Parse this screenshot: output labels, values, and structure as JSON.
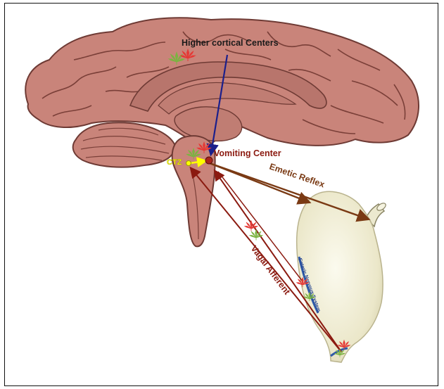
{
  "labels": {
    "higher_cortical": "Higher cortical Centers",
    "vomiting_center": "Vomiting Center",
    "ctz": "CTZ",
    "emetic_reflex": "Emetic Reflex",
    "vagal_afferent": "Vagal Afferent",
    "enteric_nervous_system": "Enteric Nervous System"
  },
  "colors": {
    "brain": "#c9847a",
    "brain_outline": "#6e3a34",
    "stomach": "#ece9cf",
    "arrow_blue": "#1a1f8c",
    "arrow_brown": "#7a3a14",
    "arrow_red": "#8b1a10",
    "ctz_yellow": "#ffff00",
    "vomiting_text": "#8b1a10",
    "leaf_green": "#7cb342",
    "leaf_red": "#e53935"
  },
  "icons": [
    "cannabis-leaf-icon"
  ]
}
